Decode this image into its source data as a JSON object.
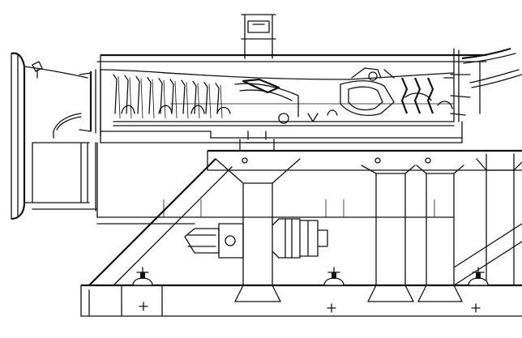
{
  "drawing": {
    "ink": "#111111",
    "paper": "#ffffff",
    "stand_bays": 4,
    "jack_count": 3,
    "compressor_blade_rows": 10,
    "turbine_blade_rows": 3
  }
}
